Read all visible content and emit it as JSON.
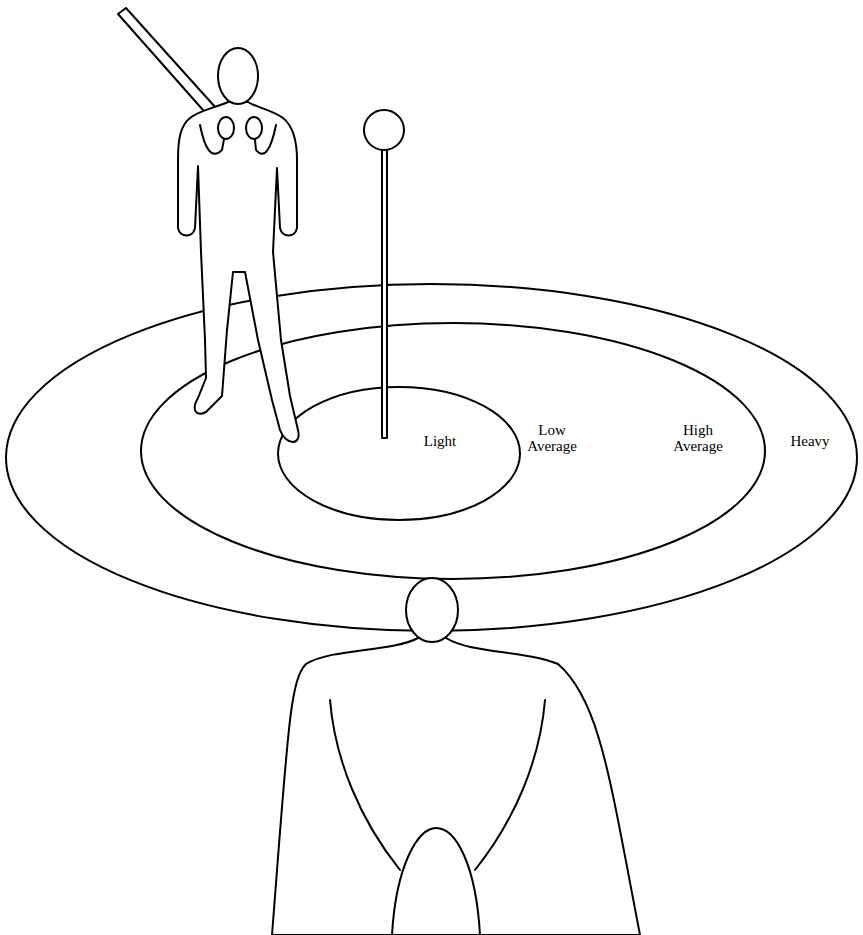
{
  "diagram": {
    "nodes": [
      {
        "text": [
          "High Average"
        ]
      },
      {
        "text": [
          "Low Average"
        ],
        "in": 0
      },
      {
        "text": [
          "Light"
        ],
        "in": 1
      }
    ],
    "labels": [
      "Heavy"
    ]
  }
}
